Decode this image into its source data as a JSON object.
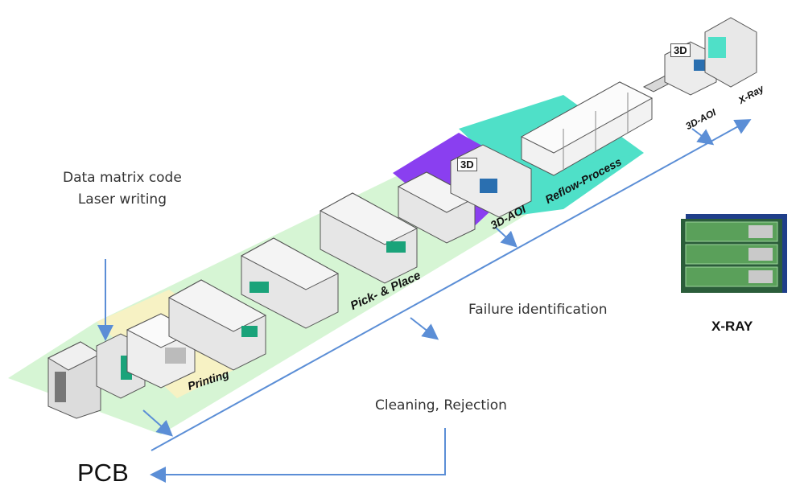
{
  "labels": {
    "data_matrix_line1": "Data matrix code",
    "data_matrix_line2": "Laser writing",
    "failure": "Failure identification",
    "cleaning": "Cleaning, Rejection",
    "pcb": "PCB",
    "xray_title": "X-RAY"
  },
  "stages": {
    "printing": "Printing",
    "pick_place": "Pick- & Place",
    "aoi_1": "3D-AOI",
    "reflow": "Reflow-Process",
    "aoi_2": "3D-AOI",
    "xray": "X-Ray"
  },
  "badges": {
    "three_d_1": "3D",
    "three_d_2": "3D"
  },
  "colors": {
    "printing_zone": "#f7f2c4",
    "line_zone": "#d6f5d4",
    "aoi_zone": "#8a3ff0",
    "reflow_zone": "#4fe0c8",
    "arrow": "#5b8ed6",
    "machine_body": "#e6e6e6",
    "machine_accent": "#1aa37a",
    "xray_board": "#2b8a3a"
  }
}
